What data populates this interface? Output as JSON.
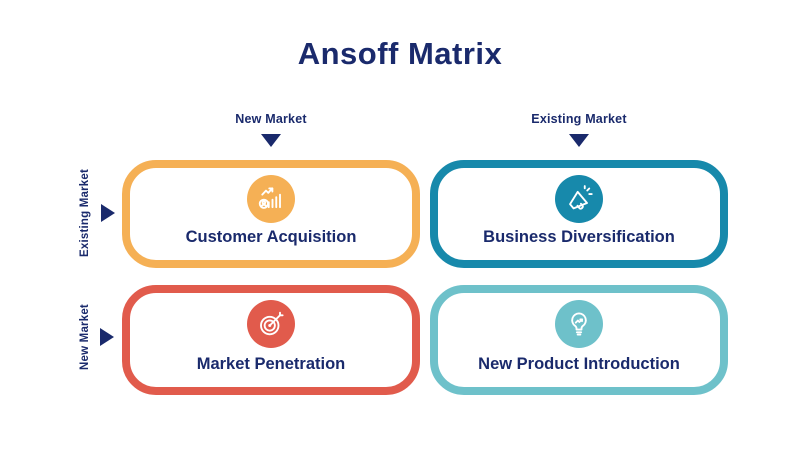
{
  "title": "Ansoff Matrix",
  "colors": {
    "navy": "#1A2A6C",
    "orange": "#F5B055",
    "teal": "#1789AB",
    "red": "#E15B4C",
    "light_teal": "#6EC1CA",
    "background": "#FFFFFF"
  },
  "columns": [
    {
      "label": "New Market",
      "marker": "triangle-down-icon"
    },
    {
      "label": "Existing Market",
      "marker": "triangle-down-icon"
    }
  ],
  "rows": [
    {
      "label": "Existing Market",
      "marker": "triangle-right-icon"
    },
    {
      "label": "New Market",
      "marker": "triangle-right-icon"
    }
  ],
  "cells": [
    {
      "label": "Customer Acquisition",
      "icon": "growth-chart-user-icon",
      "color": "#F5B055"
    },
    {
      "label": "Business Diversification",
      "icon": "megaphone-icon",
      "color": "#1789AB"
    },
    {
      "label": "Market Penetration",
      "icon": "target-dart-icon",
      "color": "#E15B4C"
    },
    {
      "label": "New Product Introduction",
      "icon": "lightbulb-arrow-icon",
      "color": "#6EC1CA"
    }
  ]
}
